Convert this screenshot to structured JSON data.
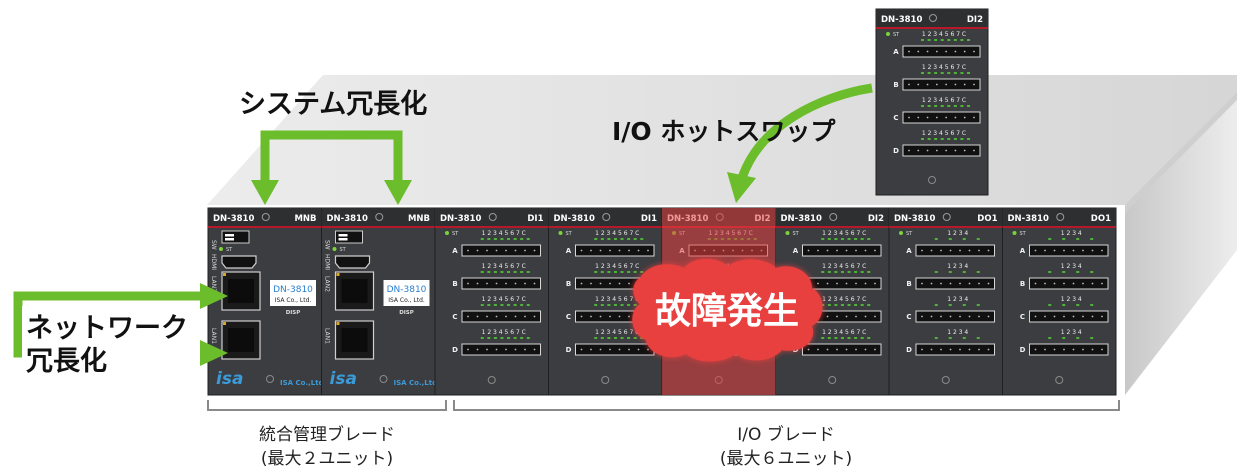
{
  "callouts": {
    "system_redundancy": "システム冗長化",
    "hot_swap": "I/O ホットスワップ",
    "network_line1": "ネットワーク",
    "network_line2": "冗長化",
    "fault": "故障発生"
  },
  "captions": {
    "management_line1": "統合管理ブレード",
    "management_line2": "(最大２ユニット)",
    "io_line1": "I/O ブレード",
    "io_line2": "(最大６ユニット)"
  },
  "blades": [
    {
      "model": "DN-3810",
      "type": "MNB",
      "kind": "mnb"
    },
    {
      "model": "DN-3810",
      "type": "MNB",
      "kind": "mnb"
    },
    {
      "model": "DN-3810",
      "type": "DI1",
      "kind": "di"
    },
    {
      "model": "DN-3810",
      "type": "DI1",
      "kind": "di"
    },
    {
      "model": "DN-3810",
      "type": "DI2",
      "kind": "di",
      "fault": true
    },
    {
      "model": "DN-3810",
      "type": "DI2",
      "kind": "di"
    },
    {
      "model": "DN-3810",
      "type": "DO1",
      "kind": "do"
    },
    {
      "model": "DN-3810",
      "type": "DO1",
      "kind": "do"
    }
  ],
  "swap_blade": {
    "model": "DN-3810",
    "type": "DI2",
    "kind": "di"
  },
  "mnb_labels": {
    "sw": "SW",
    "st": "ST",
    "hdmi": "HDMI",
    "lan2": "LAN2",
    "lan1": "LAN1",
    "disp_model": "DN-3810",
    "disp_company": "ISA Co., Ltd.",
    "disp": "DISP",
    "logo": "isa",
    "company": "ISA Co.,Ltd."
  },
  "io_labels": {
    "st": "ST",
    "rows": [
      "A",
      "B",
      "C",
      "D"
    ],
    "di_pins": "1 2 3 4 5 6 7 C",
    "do_pins": "1  2  3  4"
  },
  "colors": {
    "arrow_green": "#6cbd2c",
    "blade_dark": "#3b3d40",
    "header_dark": "#2e2f31",
    "header_line": "#b8192a",
    "fault_red": "#e8403f",
    "chassis_gray": "#dfdfdf",
    "disp_blue": "#2a7fd0"
  }
}
